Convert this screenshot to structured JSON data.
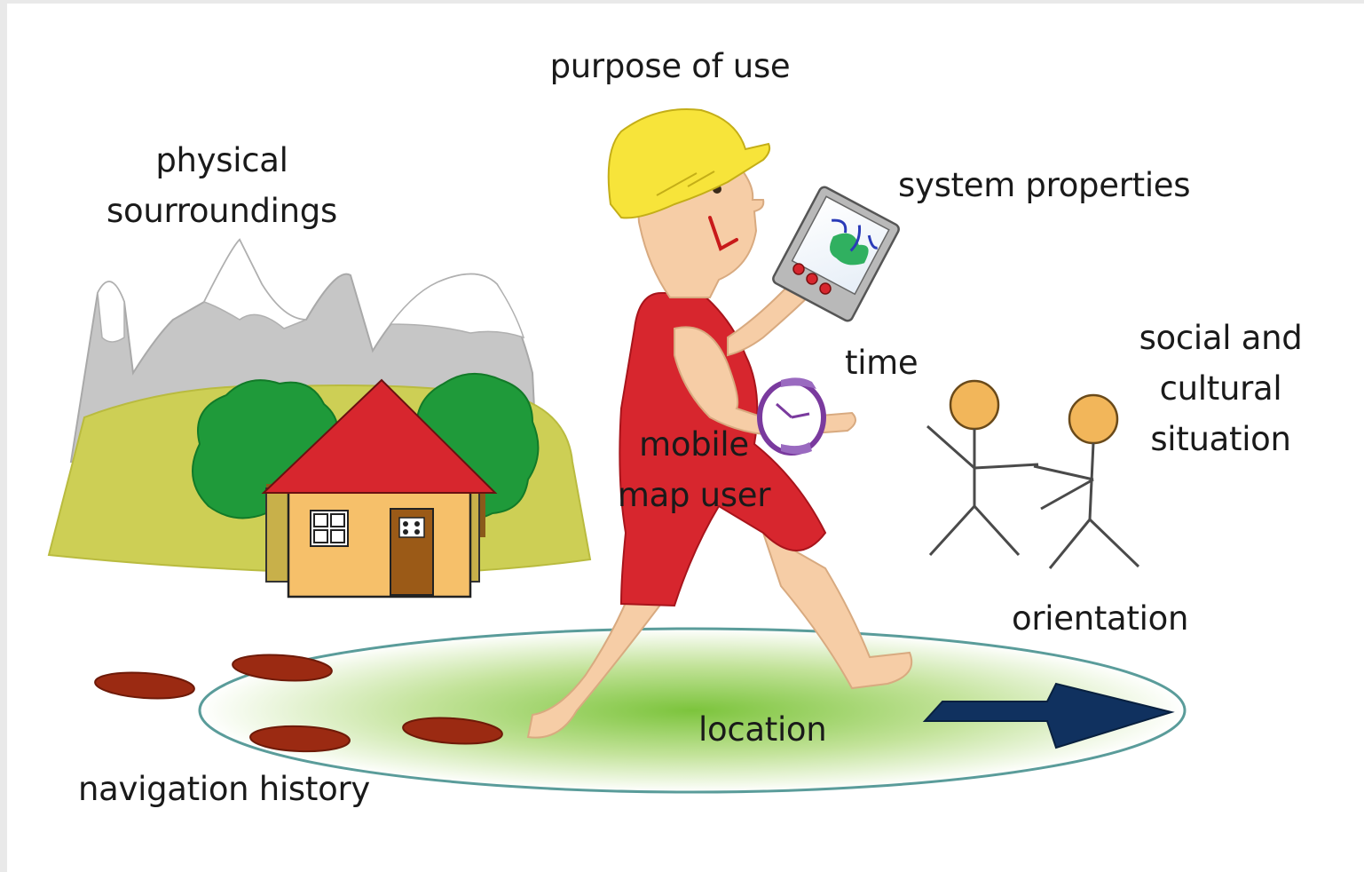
{
  "labels": {
    "purpose_of_use": "purpose of use",
    "physical_surroundings": "physical\nsourroundings",
    "system_properties": "system properties",
    "time": "time",
    "social_cultural": "social and\ncultural\nsituation",
    "mobile_map_user": "mobile\nmap user",
    "orientation": "orientation",
    "location": "location",
    "navigation_history": "navigation history"
  },
  "colors": {
    "hard_hat": "#f7e43a",
    "shirt": "#d7262e",
    "skin": "#f6cda6",
    "roof": "#d7262e",
    "house_wall": "#f6c06a",
    "door": "#9b5a17",
    "trees": "#1f9a3a",
    "hill": "#cdcf55",
    "mountain": "#c6c6c6",
    "footprints": "#9b2a12",
    "arrow": "#10315f",
    "location_ring": "#8ccf4a",
    "clock": "#7a3a9e",
    "people_heads": "#f2b65a"
  },
  "icons": [
    "mountain-icon",
    "house-icon",
    "tree-icon",
    "person-icon",
    "hard-hat-icon",
    "mobile-device-icon",
    "clock-icon",
    "stick-figure-icon",
    "footprint-icon",
    "direction-arrow-icon"
  ]
}
